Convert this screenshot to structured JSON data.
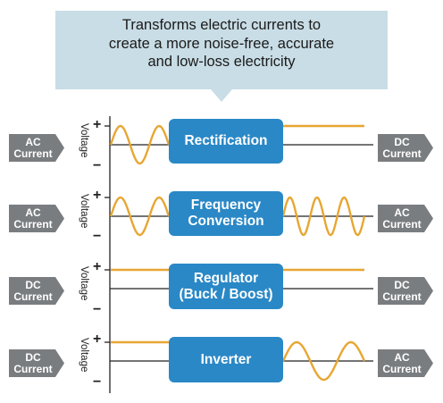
{
  "callout": {
    "lines": [
      "Transforms electric currents to",
      "create a more noise-free, accurate",
      "and low-loss electricity"
    ]
  },
  "axis": {
    "plus": "+",
    "minus": "−",
    "voltage_label": "Voltage"
  },
  "rows": [
    {
      "process": [
        "Rectification"
      ],
      "input": [
        "AC",
        "Current"
      ],
      "output": [
        "DC",
        "Current"
      ],
      "input_signal": "sine",
      "output_signal": "flat-high"
    },
    {
      "process": [
        "Frequency",
        "Conversion"
      ],
      "input": [
        "AC",
        "Current"
      ],
      "output": [
        "AC",
        "Current"
      ],
      "input_signal": "sine",
      "output_signal": "sine-fast"
    },
    {
      "process": [
        "Regulator",
        "(Buck / Boost)"
      ],
      "input": [
        "DC",
        "Current"
      ],
      "output": [
        "DC",
        "Current"
      ],
      "input_signal": "flat-high",
      "output_signal": "flat-high"
    },
    {
      "process": [
        "Inverter"
      ],
      "input": [
        "DC",
        "Current"
      ],
      "output": [
        "AC",
        "Current"
      ],
      "input_signal": "flat-high",
      "output_signal": "sine"
    }
  ],
  "colors": {
    "callout_fill": "#c9dde6",
    "box_fill": "#2a88c6",
    "tag_fill": "#7a7d80",
    "wave": "#e8a632",
    "axis": "#222222"
  }
}
